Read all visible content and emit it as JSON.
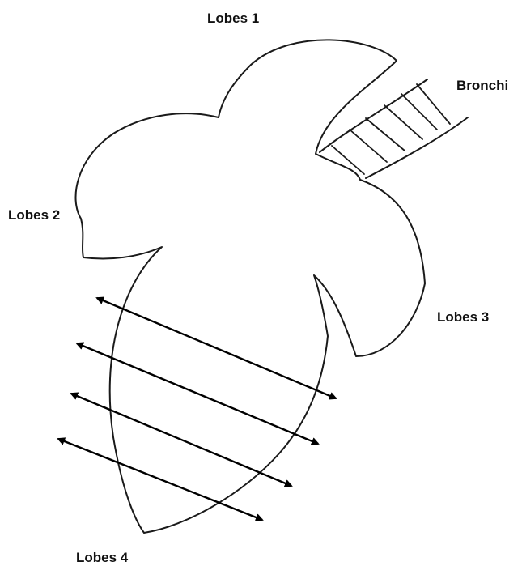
{
  "labels": {
    "lobes_1": "Lobes 1",
    "bronchi": "Bronchi",
    "lobes_2": "Lobes 2",
    "lobes_3": "Lobes 3",
    "lobes_4": "Lobes 4"
  },
  "colors": {
    "outline": "#1a1a1a",
    "arrows": "#000000",
    "background": "#ffffff"
  }
}
